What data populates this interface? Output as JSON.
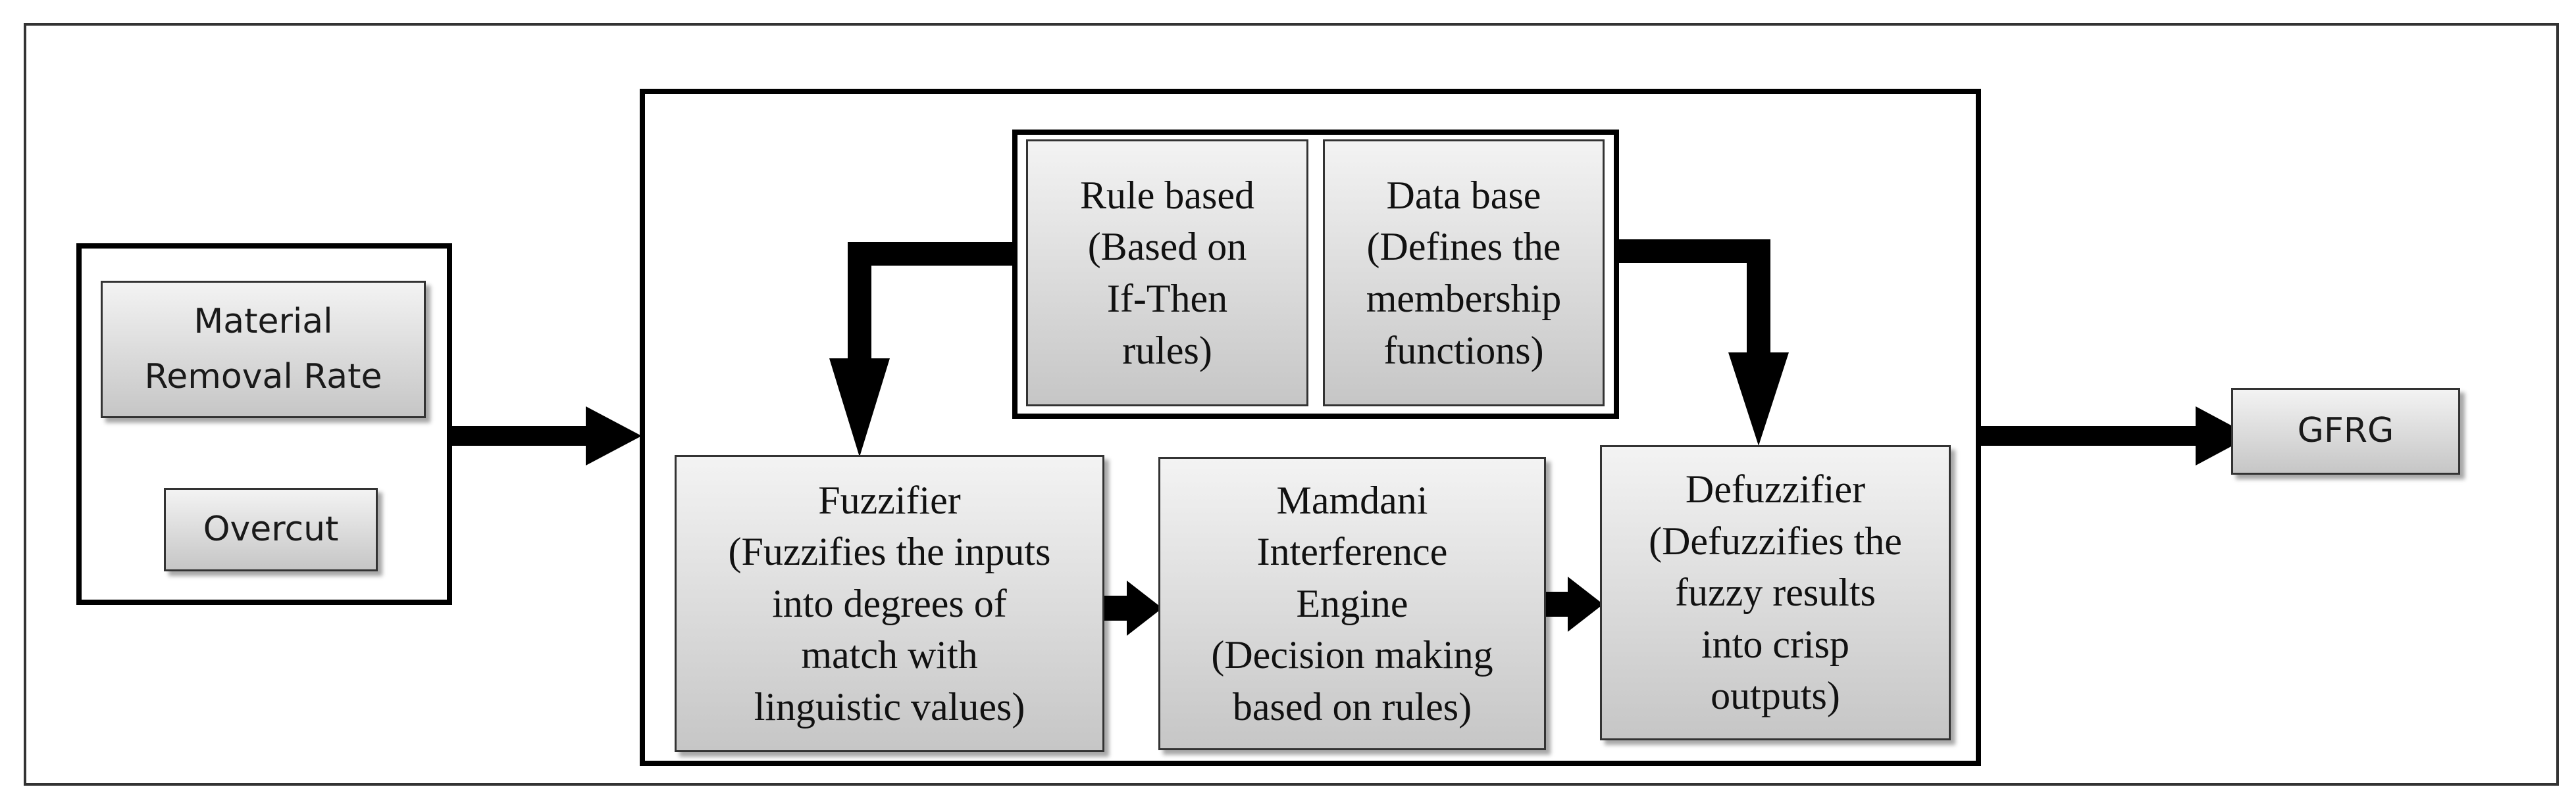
{
  "inputs": {
    "material_removal_rate": "Material\nRemoval Rate",
    "overcut": "Overcut"
  },
  "knowledge_base": {
    "rule_based": "Rule based\n(Based on\nIf-Then\nrules)",
    "data_base": "Data base\n(Defines the\nmembership\nfunctions)"
  },
  "process": {
    "fuzzifier": "Fuzzifier\n(Fuzzifies the inputs\ninto degrees of\nmatch with\nlinguistic values)",
    "inference_engine": "Mamdani\nInterference\nEngine\n(Decision making\nbased on rules)",
    "defuzzifier": "Defuzzifier\n(Defuzzifies the\nfuzzy results\ninto crisp\noutputs)"
  },
  "output": {
    "label": "GFRG"
  }
}
